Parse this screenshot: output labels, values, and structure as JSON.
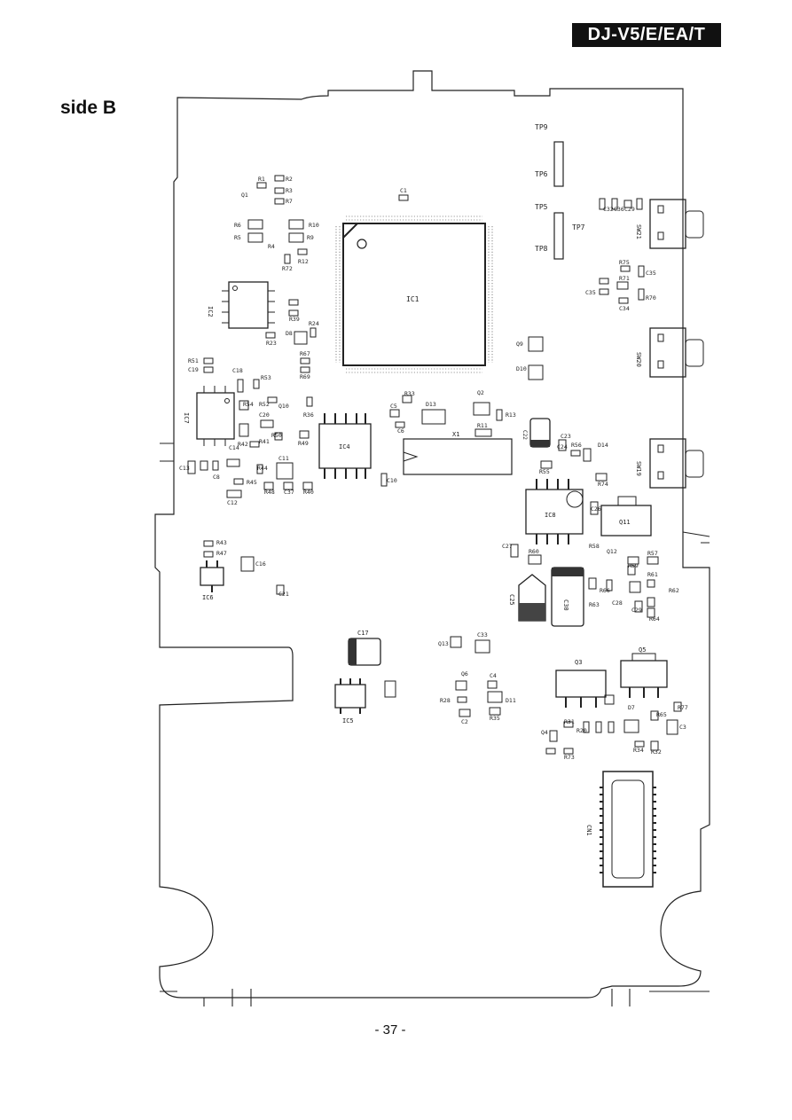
{
  "header": {
    "model": "DJ-V5/E/EA/T"
  },
  "side_label": "side B",
  "page_number": "- 37 -",
  "components": {
    "TP9": "TP9",
    "TP6": "TP6",
    "TP5": "TP5",
    "TP7": "TP7",
    "TP8": "TP8",
    "IC1": "IC1",
    "IC2": "IC2",
    "IC4": "IC4",
    "IC5": "IC5",
    "IC6": "IC6",
    "IC7": "IC7",
    "IC8": "IC8",
    "C1": "C1",
    "C2": "C2",
    "C3": "C3",
    "C4": "C4",
    "C5": "C5",
    "C6": "C6",
    "C8": "C8",
    "C10": "C10",
    "C11": "C11",
    "C12": "C12",
    "C13": "C13",
    "C14": "C14",
    "C16": "C16",
    "C17": "C17",
    "C18": "C18",
    "C19": "C19",
    "C20": "C20",
    "C21": "C21",
    "C22": "C22",
    "C23": "C23",
    "C24": "C24",
    "C25": "C25",
    "C26": "C26",
    "C27": "C27",
    "C28": "C28",
    "C29": "C29",
    "C30": "C30",
    "C32": "C32",
    "C33": "C33",
    "C34": "C34",
    "C35": "C35",
    "C36": "C36",
    "C37": "C37",
    "R1": "R1",
    "R2": "R2",
    "R3": "R3",
    "R4": "R4",
    "R5": "R5",
    "R6": "R6",
    "R7": "R7",
    "R9": "R9",
    "R10": "R10",
    "R11": "R11",
    "R12": "R12",
    "R13": "R13",
    "R20": "R20",
    "R23": "R23",
    "R24": "R24",
    "R28": "R28",
    "R31": "R31",
    "R32": "R32",
    "R33": "R33",
    "R34": "R34",
    "R35": "R35",
    "R36": "R36",
    "R39": "R39",
    "R40": "R40",
    "R41": "R41",
    "R42": "R42",
    "R43": "R43",
    "R44": "R44",
    "R45": "R45",
    "R47": "R47",
    "R48": "R48",
    "R49": "R49",
    "R50": "R50",
    "R51": "R51",
    "R52": "R52",
    "R53": "R53",
    "R54": "R54",
    "R55": "R55",
    "R56": "R56",
    "R57": "R57",
    "R58": "R58",
    "R59": "R59",
    "R60": "R60",
    "R61": "R61",
    "R62": "R62",
    "R63": "R63",
    "R64": "R64",
    "R65": "R65",
    "R66": "R66",
    "R67": "R67",
    "R69": "R69",
    "R70": "R70",
    "R71": "R71",
    "R72": "R72",
    "R73": "R73",
    "R74": "R74",
    "R75": "R75",
    "R77": "R77",
    "Q1": "Q1",
    "Q2": "Q2",
    "Q3": "Q3",
    "Q4": "Q4",
    "Q5": "Q5",
    "Q6": "Q6",
    "Q9": "Q9",
    "Q10": "Q10",
    "Q11": "Q11",
    "Q12": "Q12",
    "Q13": "Q13",
    "D7": "D7",
    "D8": "D8",
    "D10": "D10",
    "D11": "D11",
    "D13": "D13",
    "D14": "D14",
    "X1": "X1",
    "CN1": "CN1",
    "SW19": "SW19",
    "SW20": "SW20",
    "SW21": "SW21"
  }
}
